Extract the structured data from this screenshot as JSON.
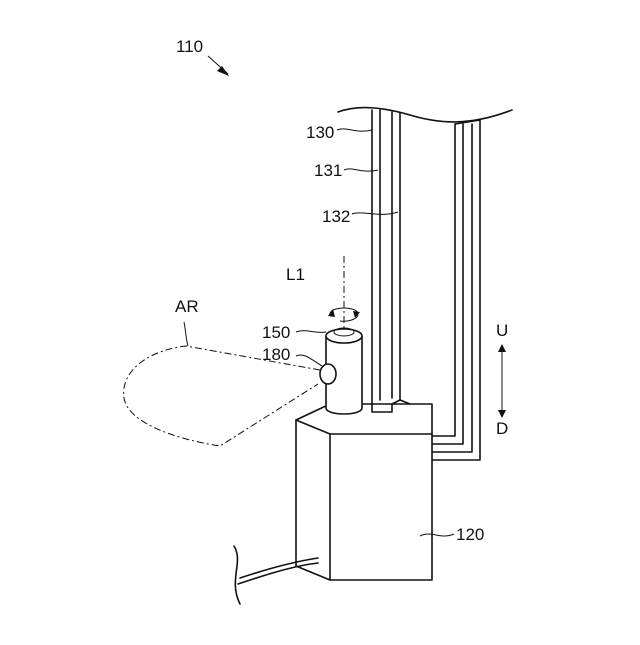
{
  "labels": {
    "figure_ref": "110",
    "duct_outer": "130",
    "duct_wall": "131",
    "duct_inner": "132",
    "axis": "L1",
    "area": "AR",
    "camera": "150",
    "lens": "180",
    "housing": "120",
    "up": "U",
    "down": "D"
  },
  "colors": {
    "line": "#111111",
    "background": "#ffffff"
  }
}
